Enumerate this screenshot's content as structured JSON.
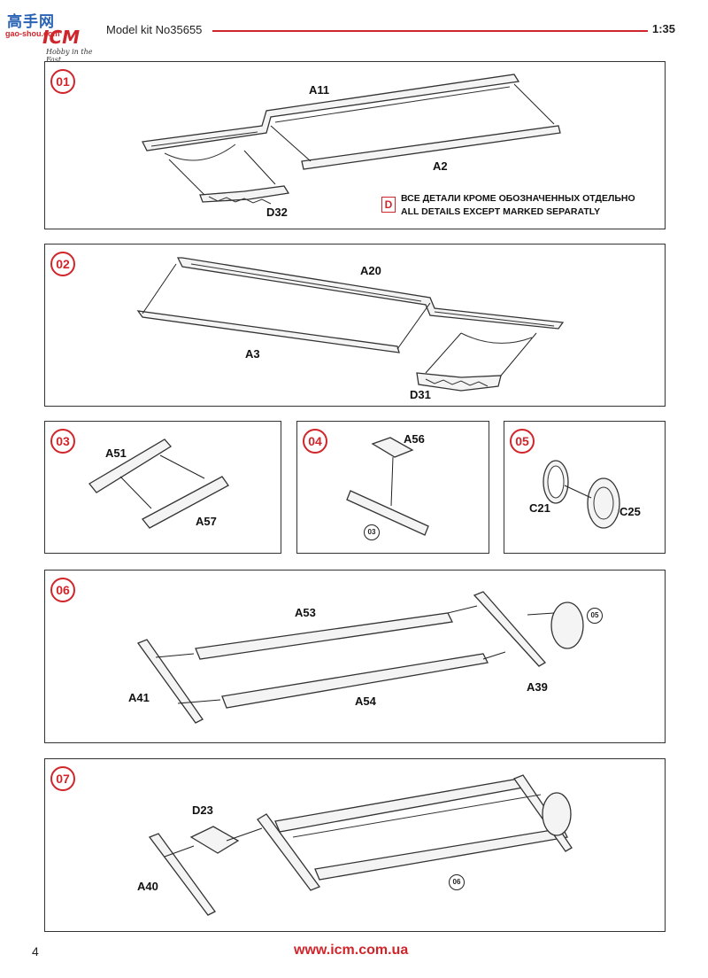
{
  "header": {
    "logo_top": "高手网",
    "logo_url": "gao-shou.com",
    "logo_brand": "ICM",
    "logo_tagline": "Hobby in the Fast",
    "kit_label": "Model kit No35655",
    "scale": "1:35"
  },
  "steps": [
    {
      "number": "01",
      "labels": {
        "frame": "A11",
        "rail": "A2",
        "spring": "D32"
      },
      "note": {
        "badge": "D",
        "line_ru": "ВСЕ ДЕТАЛИ КРОМЕ ОБОЗНАЧЕННЫХ ОТДЕЛЬНО",
        "line_en": "ALL DETAILS EXCEPT MARKED SEPARATLY"
      }
    },
    {
      "number": "02",
      "labels": {
        "frame": "A20",
        "rail": "A3",
        "spring": "D31"
      }
    },
    {
      "number": "03",
      "labels": {
        "top": "A51",
        "bottom": "A57"
      }
    },
    {
      "number": "04",
      "labels": {
        "plate": "A56"
      },
      "ref": "03"
    },
    {
      "number": "05",
      "labels": {
        "ring": "C21",
        "disc": "C25"
      }
    },
    {
      "number": "06",
      "labels": {
        "upper": "A53",
        "lower": "A54",
        "left": "A41",
        "right": "A39"
      },
      "ref": "05"
    },
    {
      "number": "07",
      "labels": {
        "bracket": "D23",
        "end": "A40"
      },
      "ref": "06"
    }
  ],
  "footer": {
    "page_number": "4",
    "url": "www.icm.com.ua"
  },
  "colors": {
    "accent": "#d0252b",
    "logo_blue": "#2a63b5",
    "line": "#333333"
  }
}
